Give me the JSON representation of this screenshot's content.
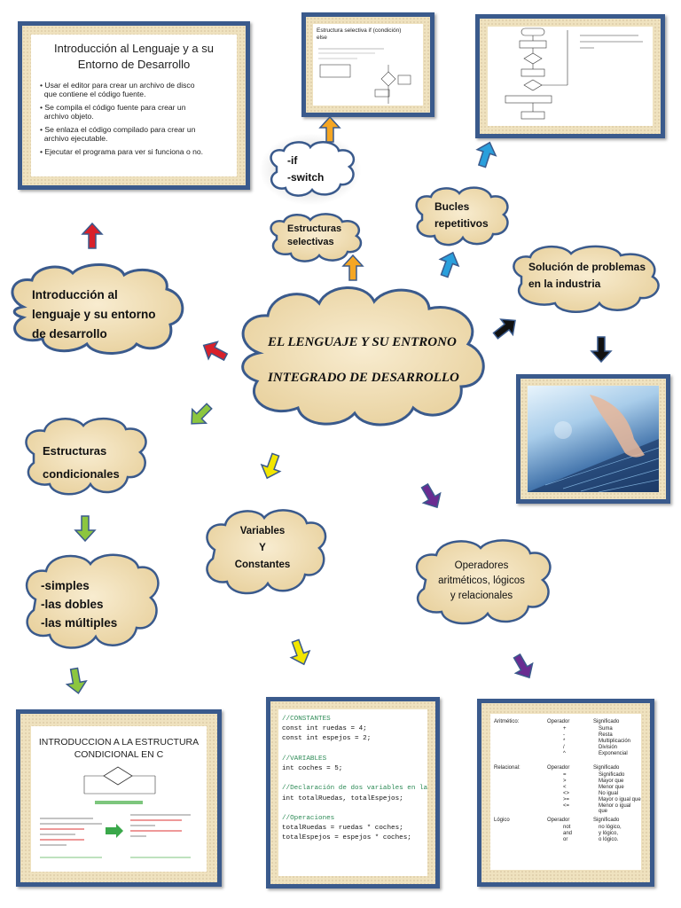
{
  "colors": {
    "cloud_fill": "#f0dfb8",
    "cloud_stroke": "#3a5a8c",
    "card_border": "#3a5a8c",
    "arrow_red": "#d8202a",
    "arrow_orange": "#f5a623",
    "arrow_blue": "#2a9fdc",
    "arrow_black": "#111111",
    "arrow_green": "#8cc63f",
    "arrow_yellow": "#f2e600",
    "arrow_purple": "#6a2c91"
  },
  "center": {
    "line1": "EL LENGUAJE Y SU ENTRONO",
    "line2": "INTEGRADO DE DESARROLLO"
  },
  "nodes": {
    "intro": [
      "Introducción al",
      "lenguaje y su entorno",
      "de desarrollo"
    ],
    "estructuras_selectivas": [
      "Estructuras",
      "selectivas"
    ],
    "if_switch": [
      "-if",
      "-switch"
    ],
    "bucles": [
      "Bucles",
      "repetitivos"
    ],
    "solucion": [
      "Solución de problemas",
      "en la industria"
    ],
    "estructuras_condicionales": [
      "Estructuras",
      "condicionales"
    ],
    "tipos": [
      "-simples",
      "-las dobles",
      "-las múltiples"
    ],
    "variables": [
      "Variables",
      "Y",
      "Constantes"
    ],
    "operadores": [
      "Operadores",
      "aritméticos, lógicos",
      "y relacionales"
    ]
  },
  "slide_intro": {
    "title": [
      "Introducción al Lenguaje y a su",
      "Entorno de Desarrollo"
    ],
    "bullets": [
      [
        "Usar el editor para crear un archivo de disco",
        "que contiene el código fuente."
      ],
      [
        "Se compila el código fuente para crear un",
        "archivo objeto."
      ],
      [
        "Se enlaza el código compilado para crear un",
        "archivo ejecutable."
      ],
      [
        "Ejecutar el programa para ver si funciona o no."
      ]
    ]
  },
  "slide_selectiva": {
    "title": [
      "Estructura selectiva if (condición)",
      "else"
    ]
  },
  "slide_condicional": {
    "title": [
      "INTRODUCCION A LA ESTRUCTURA",
      "CONDICIONAL EN C"
    ]
  },
  "code": {
    "lines": [
      {
        "t": "//CONSTANTES",
        "c": "comment"
      },
      {
        "t": "const int ruedas = 4;",
        "c": "code"
      },
      {
        "t": "const int espejos = 2;",
        "c": "code"
      },
      {
        "t": "",
        "c": "code"
      },
      {
        "t": "//VARIABLES",
        "c": "comment"
      },
      {
        "t": "int coches = 5;",
        "c": "code"
      },
      {
        "t": "",
        "c": "code"
      },
      {
        "t": "//Declaración de dos variables en la misma línea",
        "c": "comment"
      },
      {
        "t": "int totalRuedas, totalEspejos;",
        "c": "code"
      },
      {
        "t": "",
        "c": "code"
      },
      {
        "t": "//Operaciones",
        "c": "comment"
      },
      {
        "t": "totalRuedas = ruedas * coches;",
        "c": "code"
      },
      {
        "t": "totalEspejos = espejos * coches;",
        "c": "code"
      }
    ]
  },
  "operators_table": {
    "groups": [
      {
        "name": "Aritmético:",
        "col": "Operador",
        "sig": "Significado",
        "rows": [
          [
            "+",
            "Suma"
          ],
          [
            "-",
            "Resta"
          ],
          [
            "*",
            "Multiplicación"
          ],
          [
            "/",
            "División"
          ],
          [
            "^",
            "Exponencial"
          ]
        ]
      },
      {
        "name": "Relacional:",
        "col": "Operador",
        "sig": "Significado",
        "rows": [
          [
            "=",
            "Significado"
          ],
          [
            ">",
            "Mayor que"
          ],
          [
            "<",
            "Menor que"
          ],
          [
            "<>",
            "No igual"
          ],
          [
            ">=",
            "Mayor o igual que"
          ],
          [
            "<=",
            "Menor o igual que"
          ]
        ]
      },
      {
        "name": "Lógico",
        "col": "Operador",
        "sig": "Significado",
        "rows": [
          [
            "not",
            "no lógico,"
          ],
          [
            "and",
            "y lógico,"
          ],
          [
            "or",
            "o lógico."
          ]
        ]
      }
    ]
  }
}
